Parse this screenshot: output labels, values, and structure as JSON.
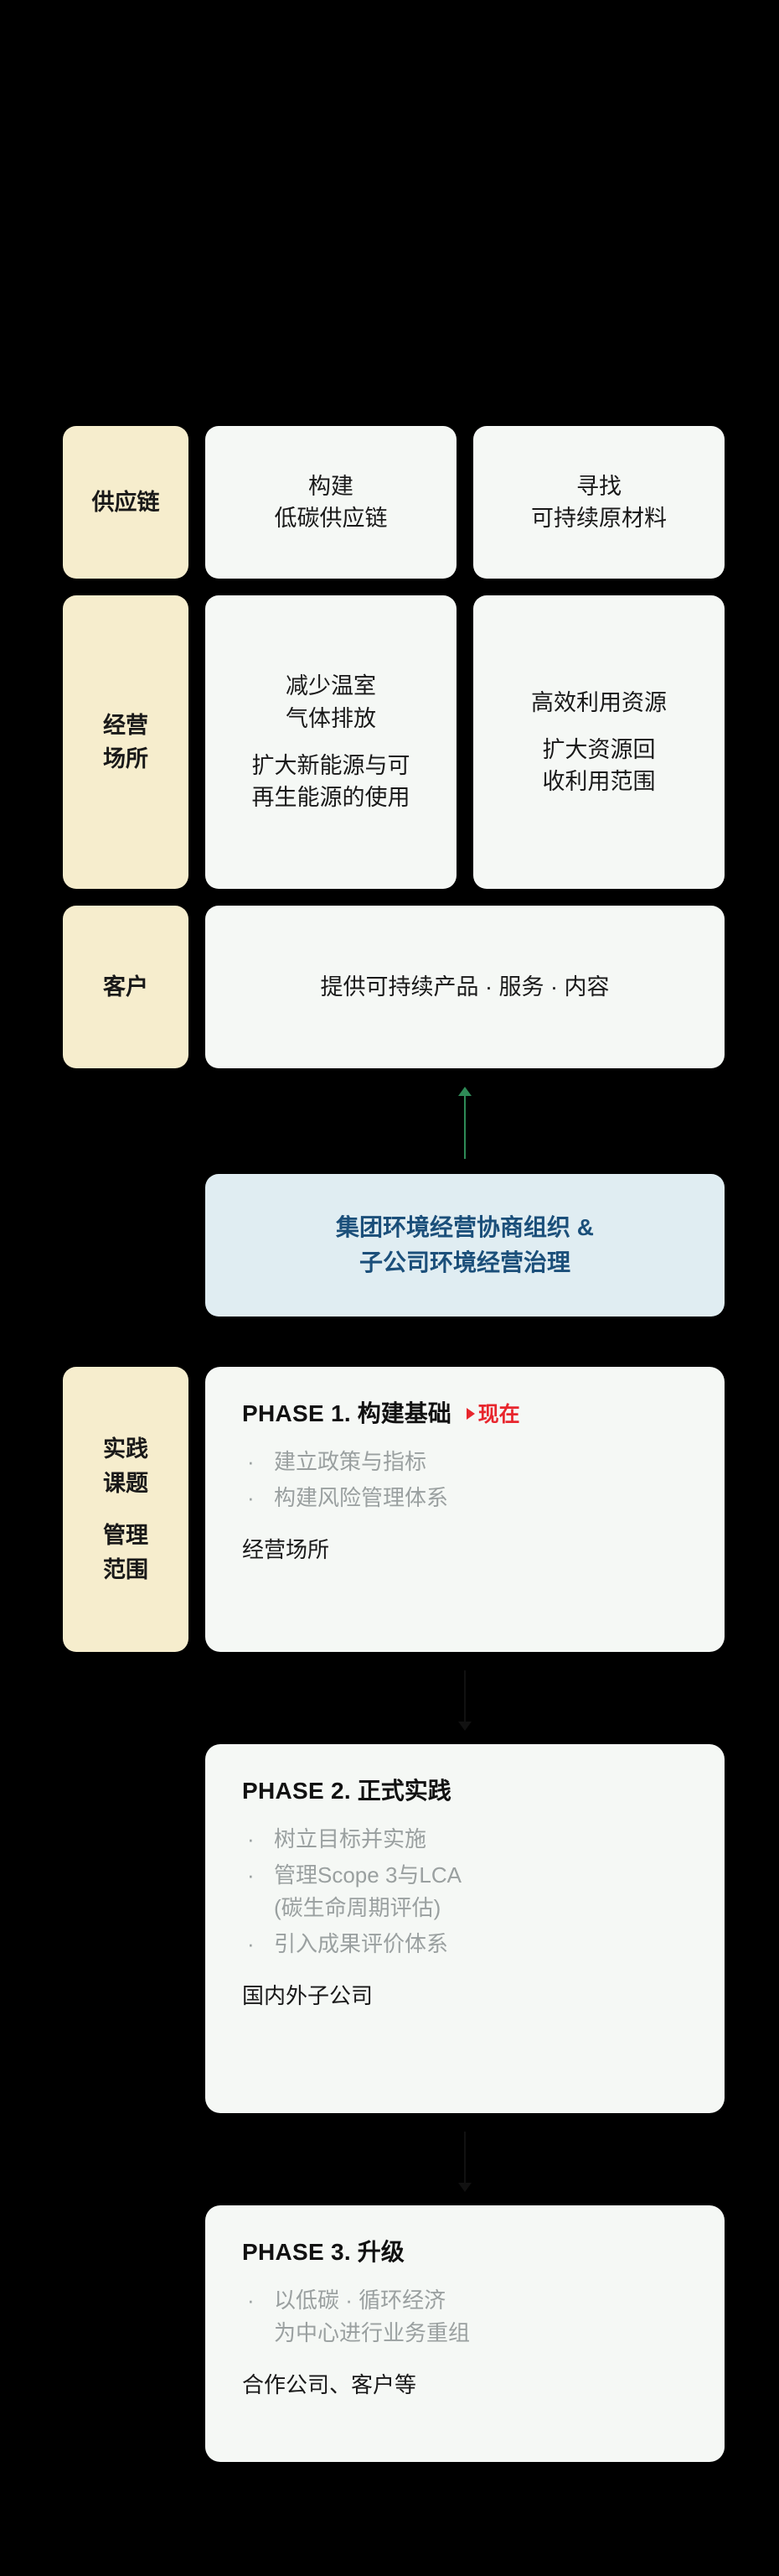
{
  "diagram": {
    "rows": [
      {
        "label": "供应链",
        "cells": [
          {
            "lines": [
              "构建",
              "低碳供应链"
            ]
          },
          {
            "lines": [
              "寻找",
              "可持续原材料"
            ]
          }
        ]
      },
      {
        "label": "经营\n场所",
        "label_lines": [
          "经营",
          "场所"
        ],
        "cells": [
          {
            "groups": [
              [
                "减少温室",
                "气体排放"
              ],
              [
                "扩大新能源与可",
                "再生能源的使用"
              ]
            ]
          },
          {
            "groups": [
              [
                "高效利用资源"
              ],
              [
                "扩大资源回",
                "收利用范围"
              ]
            ]
          }
        ]
      },
      {
        "label": "客户",
        "cells": [
          {
            "lines": [
              "提供可持续产品 · 服务 · 内容"
            ]
          }
        ]
      }
    ],
    "governance": {
      "lines": [
        "集团环境经营协商组织 &",
        "子公司环境经营治理"
      ]
    },
    "practice_label_lines": [
      "实践",
      "课题",
      "管理",
      "范围"
    ],
    "practice_label_groups": [
      [
        "实践",
        "课题"
      ],
      [
        "管理",
        "范围"
      ]
    ],
    "phases": [
      {
        "num": "PHASE 1.",
        "name": "构建基础",
        "now": "现在",
        "bullets": [
          {
            "text": "建立政策与指标"
          },
          {
            "text": "构建风险管理体系"
          }
        ],
        "scope": "经营场所"
      },
      {
        "num": "PHASE 2.",
        "name": "正式实践",
        "bullets": [
          {
            "text": "树立目标并实施"
          },
          {
            "text": "管理Scope 3与LCA",
            "sub": "(碳生命周期评估)"
          },
          {
            "text": "引入成果评价体系"
          }
        ],
        "scope": "国内外子公司"
      },
      {
        "num": "PHASE 3.",
        "name": "升级",
        "bullets": [
          {
            "text": "以低碳 · 循环经济",
            "sub": "为中心进行业务重组"
          }
        ],
        "scope": "合作公司、客户等"
      }
    ]
  },
  "colors": {
    "background": "#000000",
    "label_box": "#f6edcd",
    "content_box": "#f5f8f5",
    "governance_box": "#e0edf2",
    "governance_text": "#1b4f7a",
    "now_red": "#e8262d",
    "arrow_green": "#2e8b57",
    "bullet_gray": "#9aa0a0"
  }
}
